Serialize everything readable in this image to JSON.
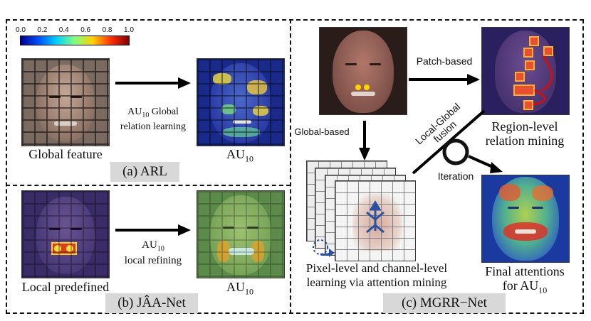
{
  "colorbar": {
    "ticks": [
      "0.0",
      "0.2",
      "0.4",
      "0.6",
      "0.8",
      "1.0"
    ],
    "colors": [
      "#00008f",
      "#0050ff",
      "#00d0ff",
      "#80ff80",
      "#ffd000",
      "#ff3000",
      "#800000"
    ]
  },
  "panel_a": {
    "label": "(a) ARL",
    "input_caption": "Global feature",
    "arrow_line1_prefix": "AU",
    "arrow_line1_sub": "10",
    "arrow_line1_suffix": " Global",
    "arrow_line2": "relation learning",
    "output_caption": "AU",
    "output_caption_sub": "10"
  },
  "panel_b": {
    "label": "(b) JÂA-Net",
    "input_caption": "Local predefined",
    "arrow_line1": "AU",
    "arrow_line1_sub": "10",
    "arrow_line2": "local refining",
    "output_caption": "AU",
    "output_caption_sub": "10"
  },
  "panel_c": {
    "label": "(c) MGRR−Net",
    "patch_label": "Patch-based",
    "global_label": "Global-based",
    "fusion_line1": "Local-Global",
    "fusion_line2": "fusion",
    "iteration_label": "Iteration",
    "region_caption_line1": "Region-level",
    "region_caption_line2": "relation mining",
    "pixel_caption_line1": "Pixel-level and channel-level",
    "pixel_caption_line2": "learning via attention mining",
    "final_caption_line1": "Final attentions",
    "final_caption_line2_prefix": "for AU",
    "final_caption_line2_sub": "10"
  }
}
